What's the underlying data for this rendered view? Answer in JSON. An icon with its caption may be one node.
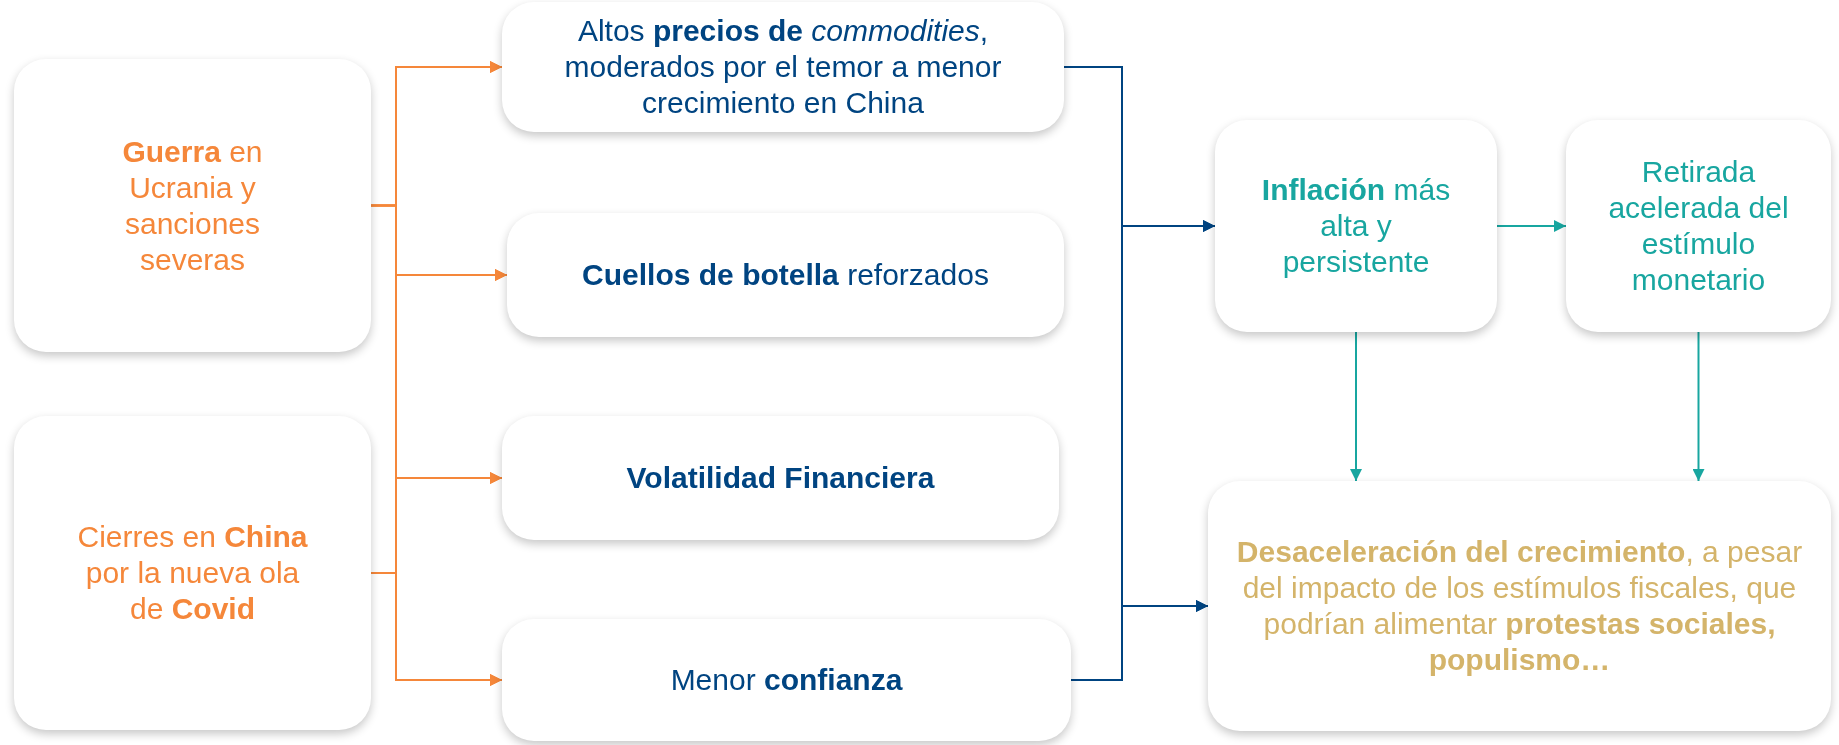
{
  "diagram": {
    "nodes": [
      {
        "text": [
          "**Guerra** en Ucrania y sanciones severas"
        ]
      },
      {
        "text": [
          "Cierres en **China** por la nueva ola de **Covid**"
        ]
      },
      {
        "text": [
          "Altos **precios de** *commodities*, moderados por el temor a menor crecimiento en China"
        ]
      },
      {
        "text": [
          "**Cuellos de botella** reforzados"
        ]
      },
      {
        "text": [
          "**Volatilidad Financiera**"
        ]
      },
      {
        "text": [
          "Menor **confianza**"
        ]
      },
      {
        "text": [
          "**Inflación** más alta y persistente"
        ]
      },
      {
        "text": [
          "Retirada acelerada del estímulo monetario"
        ]
      },
      {
        "text": [
          "**Desaceleración del crecimiento**, a pesar del impacto de los estímulos fiscales, que podrían alimentar **protestas sociales, populismo…**"
        ]
      }
    ],
    "edges": [
      {
        "from": 0,
        "to": 2,
        "arrow": "to"
      },
      {
        "from": 0,
        "to": 3,
        "arrow": "to"
      },
      {
        "from": 0,
        "to": 4,
        "arrow": "to"
      },
      {
        "from": 0,
        "to": 5,
        "arrow": "to"
      },
      {
        "from": 1,
        "to": 2,
        "arrow": "to"
      },
      {
        "from": 1,
        "to": 3,
        "arrow": "to"
      },
      {
        "from": 1,
        "to": 4,
        "arrow": "to"
      },
      {
        "from": 1,
        "to": 5,
        "arrow": "to"
      },
      {
        "from": 2,
        "to": 6,
        "arrow": "to",
        "color": "#004481"
      },
      {
        "from": 2,
        "to": 8,
        "arrow": "to",
        "color": "#004481"
      },
      {
        "from": 5,
        "to": 6,
        "arrow": "to",
        "color": "#004481"
      },
      {
        "from": 5,
        "to": 8,
        "arrow": "to",
        "color": "#004481"
      },
      {
        "from": 6,
        "to": 7,
        "arrow": "to",
        "color": "#18a6a0"
      },
      {
        "from": 6,
        "to": 8,
        "arrow": "to",
        "color": "#18a6a0"
      },
      {
        "from": 7,
        "to": 8,
        "arrow": "to",
        "color": "#18a6a0"
      }
    ]
  }
}
